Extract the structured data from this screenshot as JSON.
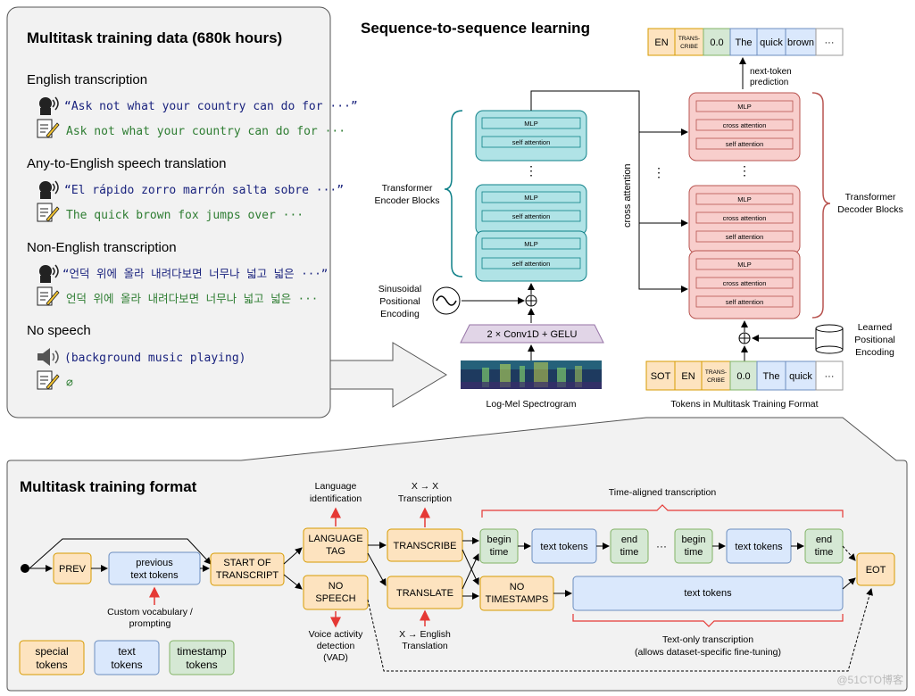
{
  "top_left": {
    "title": "Multitask training data (680k hours)",
    "sections": [
      {
        "heading": "English transcription",
        "audio_text": "“Ask not what your country can do for ···”",
        "text": "Ask not what your country can do for ···"
      },
      {
        "heading": "Any-to-English speech translation",
        "audio_text": "“El rápido zorro marrón salta sobre ···”",
        "text": "The quick brown fox jumps over ···"
      },
      {
        "heading": "Non-English transcription",
        "audio_text": "“언덕 위에 올라 내려다보면 너무나 넓고 넓은 ···”",
        "text": "언덕 위에 올라 내려다보면 너무나 넓고 넓은 ···"
      },
      {
        "heading": "No speech",
        "audio_text": "(background music playing)",
        "text": "∅"
      }
    ]
  },
  "seq2seq": {
    "title": "Sequence-to-sequence learning",
    "output_tokens": [
      "EN",
      "TRANS-",
      "CRIBE",
      "0.0",
      "The",
      "quick",
      "brown",
      "···"
    ],
    "next_token": [
      "next-token",
      "prediction"
    ],
    "input_tokens": [
      "SOT",
      "EN",
      "TRANS-",
      "CRIBE",
      "0.0",
      "The",
      "quick",
      "···"
    ],
    "input_caption": "Tokens in Multitask Training Format",
    "encoder_label": [
      "Transformer",
      "Encoder Blocks"
    ],
    "decoder_label": [
      "Transformer",
      "Decoder Blocks"
    ],
    "mlp": "MLP",
    "self_attention": "self attention",
    "cross_attention": "cross attention",
    "cross_attention_vertical": "cross attention",
    "dots": "⋮",
    "hdots": "⋮",
    "conv": "2 × Conv1D + GELU",
    "spectrogram_caption": "Log-Mel Spectrogram",
    "sinusoidal": [
      "Sinusoidal",
      "Positional",
      "Encoding"
    ],
    "learned": [
      "Learned",
      "Positional",
      "Encoding"
    ]
  },
  "bottom": {
    "title": "Multitask training format",
    "prev": "PREV",
    "previous_text": [
      "previous",
      "text tokens"
    ],
    "custom_vocab": [
      "Custom vocabulary /",
      "prompting"
    ],
    "start": [
      "START OF",
      "TRANSCRIPT"
    ],
    "language_tag": [
      "LANGUAGE",
      "TAG"
    ],
    "language_id": [
      "Language",
      "identification"
    ],
    "no_speech": [
      "NO",
      "SPEECH"
    ],
    "vad": [
      "Voice activity",
      "detection",
      "(VAD)"
    ],
    "transcribe": "TRANSCRIBE",
    "x_to_x": [
      "X → X",
      "Transcription"
    ],
    "translate": "TRANSLATE",
    "x_to_en": [
      "X → English",
      "Translation"
    ],
    "begin_time": [
      "begin",
      "time"
    ],
    "end_time": [
      "end",
      "time"
    ],
    "text_tokens": "text tokens",
    "ellipsis": "···",
    "time_aligned": "Time-aligned transcription",
    "no_timestamps": [
      "NO",
      "TIMESTAMPS"
    ],
    "text_only": [
      "Text-only transcription",
      "(allows dataset-specific fine-tuning)"
    ],
    "eot": "EOT",
    "legend": [
      [
        "special",
        "tokens"
      ],
      [
        "text",
        "tokens"
      ],
      [
        "timestamp",
        "tokens"
      ]
    ]
  },
  "watermark": "@51CTO博客",
  "colors": {
    "special": "#fde3bf",
    "special_border": "#d79b00",
    "text": "#dae8fc",
    "text_border": "#6c8ebf",
    "timestamp": "#d5e8d4",
    "timestamp_border": "#82b366",
    "encoder": "#b0e3e6",
    "encoder_border": "#0e8088",
    "decoder": "#f8cecc",
    "decoder_border": "#b85450",
    "conv": "#e1d5e7",
    "conv_border": "#9673a6",
    "arrow_red": "#e53935",
    "audio_text": "#1a237e",
    "text_green": "#2e7d32"
  }
}
